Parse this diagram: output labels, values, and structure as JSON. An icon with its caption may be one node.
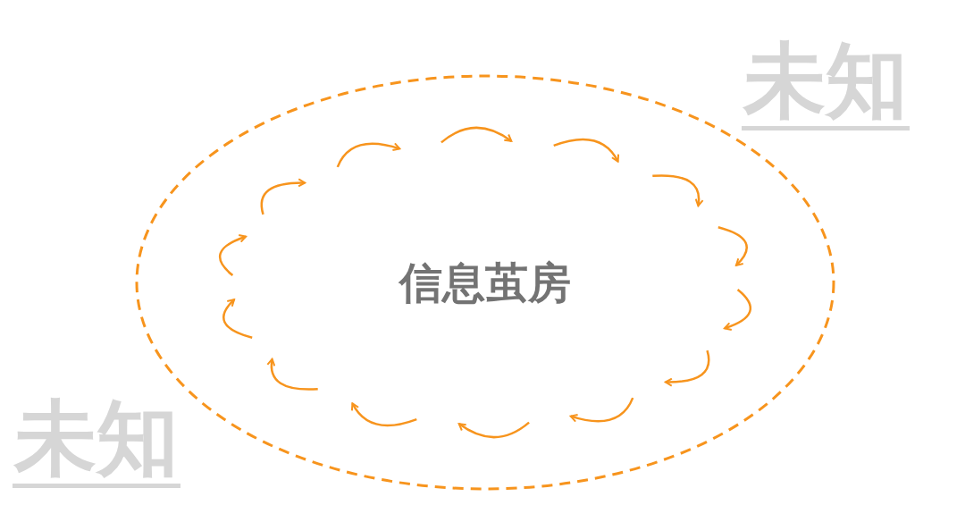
{
  "diagram": {
    "nodes": [
      {
        "text": [
          "信息茧房"
        ]
      }
    ],
    "labels": [
      "未知",
      "未知"
    ]
  }
}
